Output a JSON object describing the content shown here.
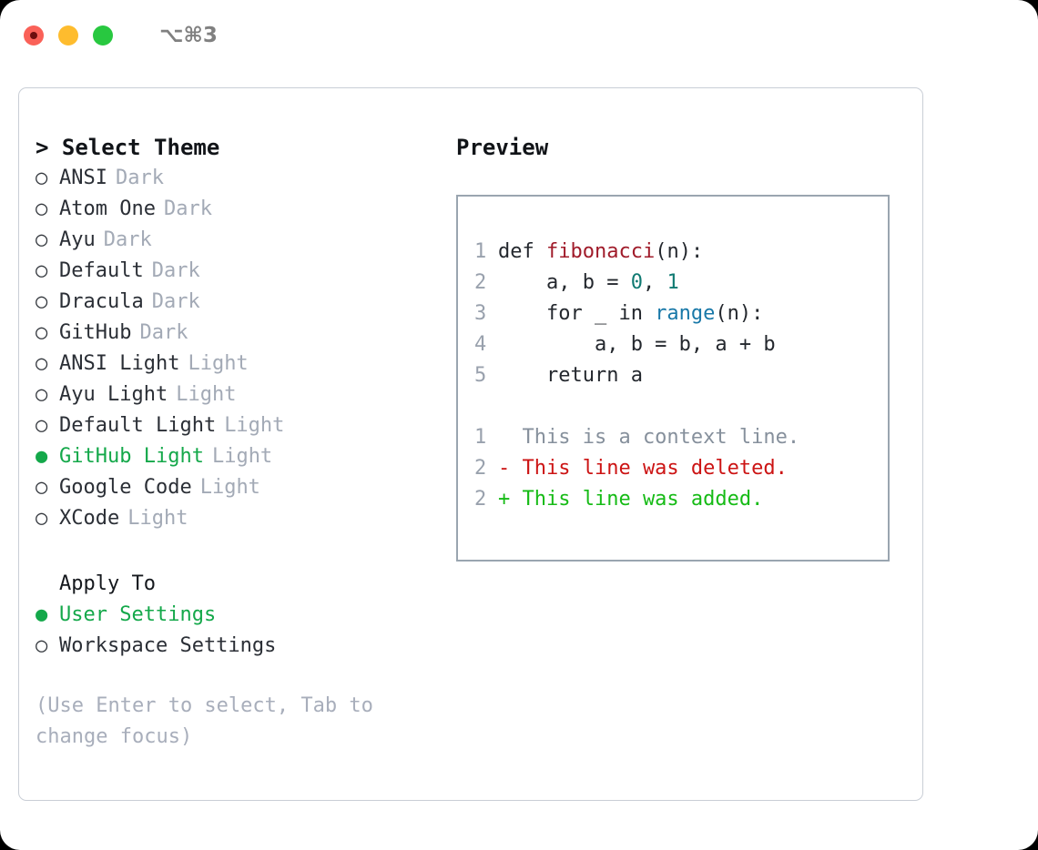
{
  "window": {
    "shortcut": "⌥⌘3",
    "traffic_lights": [
      {
        "name": "close",
        "color": "#fa6158"
      },
      {
        "name": "minimize",
        "color": "#febc2e"
      },
      {
        "name": "maximize",
        "color": "#28c840"
      }
    ]
  },
  "theme_picker": {
    "header": "> Select Theme",
    "caret": ">",
    "header_text": "Select Theme",
    "marker_unselected": "○",
    "marker_selected": "●",
    "options": [
      {
        "label": "ANSI",
        "category": "Dark",
        "selected": false
      },
      {
        "label": "Atom One",
        "category": "Dark",
        "selected": false
      },
      {
        "label": "Ayu",
        "category": "Dark",
        "selected": false
      },
      {
        "label": "Default",
        "category": "Dark",
        "selected": false
      },
      {
        "label": "Dracula",
        "category": "Dark",
        "selected": false
      },
      {
        "label": "GitHub",
        "category": "Dark",
        "selected": false
      },
      {
        "label": "ANSI Light",
        "category": "Light",
        "selected": false
      },
      {
        "label": "Ayu Light",
        "category": "Light",
        "selected": false
      },
      {
        "label": "Default Light",
        "category": "Light",
        "selected": false
      },
      {
        "label": "GitHub Light",
        "category": "Light",
        "selected": true
      },
      {
        "label": "Google Code",
        "category": "Light",
        "selected": false
      },
      {
        "label": "XCode",
        "category": "Light",
        "selected": false
      }
    ]
  },
  "apply_to": {
    "title": "Apply To",
    "options": [
      {
        "label": "User Settings",
        "selected": true
      },
      {
        "label": "Workspace Settings",
        "selected": false
      }
    ]
  },
  "hint": "(Use Enter to select, Tab to change focus)",
  "preview": {
    "title": "Preview",
    "code_lines": [
      {
        "number": "1",
        "tokens": [
          {
            "text": "def ",
            "type": "plain"
          },
          {
            "text": "fibonacci",
            "type": "fn"
          },
          {
            "text": "(n):",
            "type": "plain"
          }
        ]
      },
      {
        "number": "2",
        "tokens": [
          {
            "text": "    a, b = ",
            "type": "plain"
          },
          {
            "text": "0",
            "type": "num"
          },
          {
            "text": ", ",
            "type": "plain"
          },
          {
            "text": "1",
            "type": "num"
          }
        ]
      },
      {
        "number": "3",
        "tokens": [
          {
            "text": "    for _ in ",
            "type": "plain"
          },
          {
            "text": "range",
            "type": "call"
          },
          {
            "text": "(n):",
            "type": "plain"
          }
        ]
      },
      {
        "number": "4",
        "tokens": [
          {
            "text": "        a, b = b, a + b",
            "type": "plain"
          }
        ]
      },
      {
        "number": "5",
        "tokens": [
          {
            "text": "    return a",
            "type": "plain"
          }
        ]
      }
    ],
    "diff_lines": [
      {
        "number": "1",
        "text": "  This is a context line.",
        "kind": "context"
      },
      {
        "number": "2",
        "text": "- This line was deleted.",
        "kind": "deleted"
      },
      {
        "number": "2",
        "text": "+ This line was added.",
        "kind": "added"
      }
    ]
  },
  "colors": {
    "selected_green": "#14a84a",
    "muted_gray": "#a3aab6",
    "hint_gray": "#a8aebb",
    "code_fn_red": "#a01b2a",
    "code_num_teal": "#107a72",
    "code_call_blue": "#1878a8",
    "diff_added_green": "#16bb16",
    "diff_deleted_red": "#cc1414",
    "diff_context_gray": "#86909c",
    "border_card": "#c9ced6",
    "border_preview": "#9aa5b0"
  }
}
